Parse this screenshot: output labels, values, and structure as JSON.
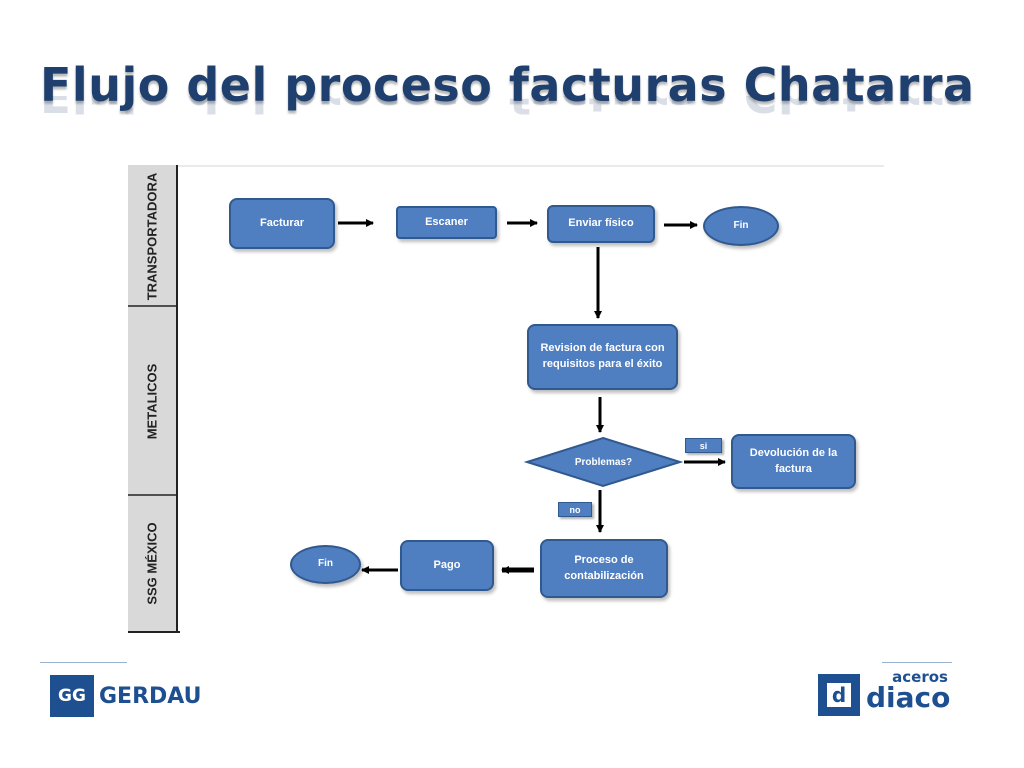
{
  "title": "Flujo del proceso facturas Chatarra",
  "lanes": [
    {
      "label": "TRANSPORTADORA"
    },
    {
      "label": "METALICOS"
    },
    {
      "label": "SSG MÉXICO"
    }
  ],
  "nodes": {
    "facturar": "Facturar",
    "escaner": "Escaner",
    "enviar_fisico": "Enviar físico",
    "fin_top": "Fin",
    "revision": "Revision de factura con requisitos para el  éxito",
    "problemas": "Problemas?",
    "devolucion": "Devolución de la factura",
    "proceso": "Proceso de contabilización",
    "pago": "Pago",
    "fin_bottom": "Fin"
  },
  "tags": {
    "si": "si",
    "no": "no"
  },
  "logos": {
    "gerdau_mark": "GG",
    "gerdau": "GERDAU",
    "diaco_top": "aceros",
    "diaco_mark": "d",
    "diaco": "diaco"
  },
  "colors": {
    "title": "#1f3f6e",
    "node_fill": "#4f7ec1",
    "node_border": "#30598f",
    "lane_label_bg": "#d9d9d9",
    "logo_blue": "#1d4f91"
  }
}
